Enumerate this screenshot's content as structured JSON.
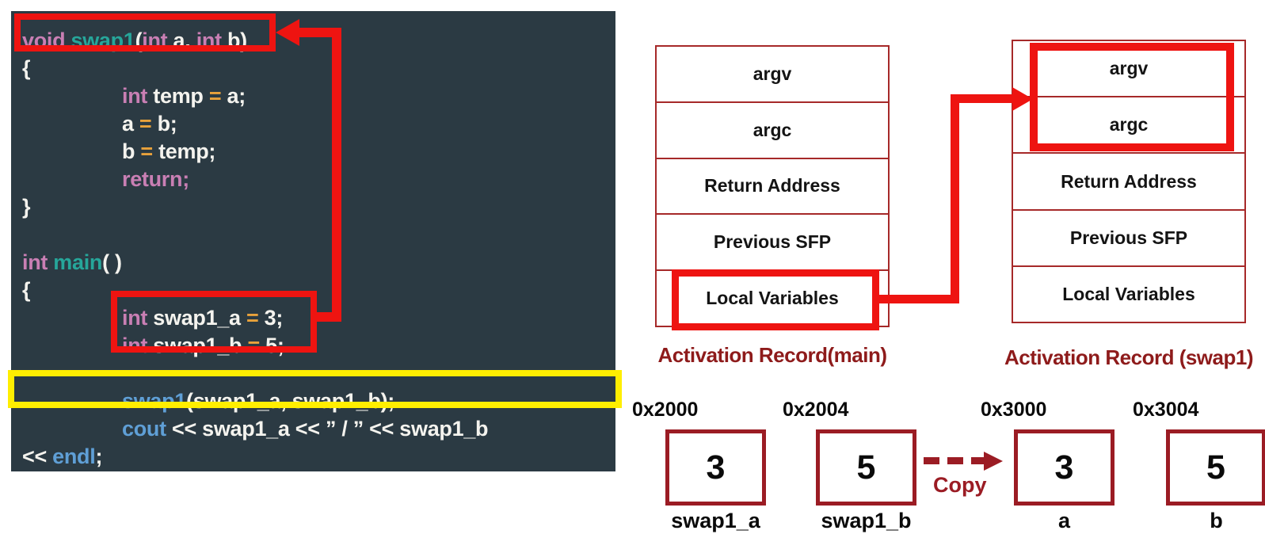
{
  "code_panel": {
    "background_color": "#2b3a43",
    "syntax_colors": {
      "keyword": "#c97fb4",
      "function": "#26a69a",
      "call": "#5f9fd6",
      "operator": "#e9a23b",
      "plain": "#f4f3ee"
    },
    "lines": [
      {
        "indent": 0,
        "segments": [
          {
            "text": "void ",
            "color": "keyword"
          },
          {
            "text": "swap1",
            "color": "function"
          },
          {
            "text": "(",
            "color": "plain"
          },
          {
            "text": "int",
            "color": "keyword"
          },
          {
            "text": " a, ",
            "color": "plain"
          },
          {
            "text": "int",
            "color": "keyword"
          },
          {
            "text": " b)",
            "color": "plain"
          }
        ]
      },
      {
        "indent": 0,
        "segments": [
          {
            "text": "{",
            "color": "plain"
          }
        ]
      },
      {
        "indent": 1,
        "segments": [
          {
            "text": "int",
            "color": "keyword"
          },
          {
            "text": " temp ",
            "color": "plain"
          },
          {
            "text": "=",
            "color": "operator"
          },
          {
            "text": " a;",
            "color": "plain"
          }
        ]
      },
      {
        "indent": 1,
        "segments": [
          {
            "text": "a ",
            "color": "plain"
          },
          {
            "text": "=",
            "color": "operator"
          },
          {
            "text": " b;",
            "color": "plain"
          }
        ]
      },
      {
        "indent": 1,
        "segments": [
          {
            "text": "b ",
            "color": "plain"
          },
          {
            "text": "=",
            "color": "operator"
          },
          {
            "text": " temp;",
            "color": "plain"
          }
        ]
      },
      {
        "indent": 1,
        "segments": [
          {
            "text": "return;",
            "color": "keyword"
          }
        ]
      },
      {
        "indent": 0,
        "segments": [
          {
            "text": "}",
            "color": "plain"
          }
        ]
      },
      {
        "indent": 0,
        "segments": []
      },
      {
        "indent": 0,
        "segments": [
          {
            "text": "int ",
            "color": "keyword"
          },
          {
            "text": "main",
            "color": "function"
          },
          {
            "text": "( )",
            "color": "plain"
          }
        ]
      },
      {
        "indent": 0,
        "segments": [
          {
            "text": "{",
            "color": "plain"
          }
        ]
      },
      {
        "indent": 1,
        "segments": [
          {
            "text": "int",
            "color": "keyword"
          },
          {
            "text": " swap1_a ",
            "color": "plain"
          },
          {
            "text": "=",
            "color": "operator"
          },
          {
            "text": " 3;",
            "color": "plain"
          }
        ]
      },
      {
        "indent": 1,
        "segments": [
          {
            "text": "int",
            "color": "keyword"
          },
          {
            "text": " swap1_b ",
            "color": "plain"
          },
          {
            "text": "=",
            "color": "operator"
          },
          {
            "text": " 5;",
            "color": "plain"
          }
        ]
      },
      {
        "indent": 0,
        "segments": []
      },
      {
        "indent": 1,
        "segments": [
          {
            "text": "swap1",
            "color": "call"
          },
          {
            "text": "(swap1_a, swap1_b);",
            "color": "plain"
          }
        ]
      },
      {
        "indent": 1,
        "segments": [
          {
            "text": "cout",
            "color": "call"
          },
          {
            "text": " << swap1_a << ” / ” << swap1_b",
            "color": "plain"
          }
        ]
      },
      {
        "indent": 0,
        "segments": [
          {
            "text": "<< ",
            "color": "plain"
          },
          {
            "text": "endl",
            "color": "call"
          },
          {
            "text": ";",
            "color": "plain"
          }
        ]
      },
      {
        "indent": 0,
        "segments": [
          {
            "text": "}",
            "color": "plain"
          }
        ]
      }
    ]
  },
  "annotations": {
    "highlight_red": "#ee1411",
    "highlight_yellow": "#ffee00",
    "maroon": "#9b1c24",
    "caption_red": "#8e1b1b"
  },
  "activation_records": [
    {
      "rows": [
        "argv",
        "argc",
        "Return Address",
        "Previous SFP",
        "Local Variables"
      ],
      "caption": "Activation Record(main)",
      "highlighted_row": "Local Variables"
    },
    {
      "rows": [
        "argv",
        "argc",
        "Return Address",
        "Previous SFP",
        "Local Variables"
      ],
      "caption": "Activation Record (swap1)",
      "highlighted_rows": "argv, argc"
    }
  ],
  "memory_cells": [
    {
      "address": "0x2000",
      "value": "3",
      "label": "swap1_a"
    },
    {
      "address": "0x2004",
      "value": "5",
      "label": "swap1_b"
    },
    {
      "address": "0x3000",
      "value": "3",
      "label": "a"
    },
    {
      "address": "0x3004",
      "value": "5",
      "label": "b"
    }
  ],
  "copy_arrow": {
    "label": "Copy"
  }
}
